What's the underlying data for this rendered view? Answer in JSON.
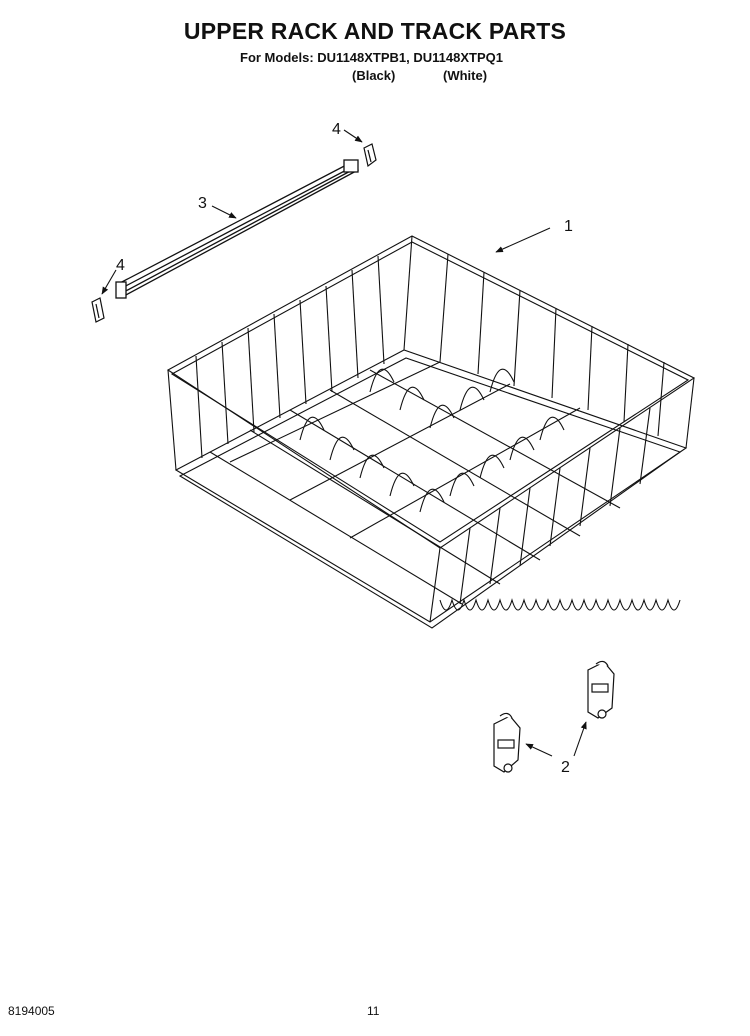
{
  "title": "UPPER RACK AND TRACK PARTS",
  "models_line": "For Models: DU1148XTPB1, DU1148XTPQ1",
  "variants": {
    "black": "(Black)",
    "white": "(White)"
  },
  "callouts": {
    "rack": "1",
    "roller": "2",
    "track": "3",
    "end_cap_top": "4",
    "end_cap_left": "4"
  },
  "footer": {
    "doc_number": "8194005",
    "page_number": "11"
  }
}
